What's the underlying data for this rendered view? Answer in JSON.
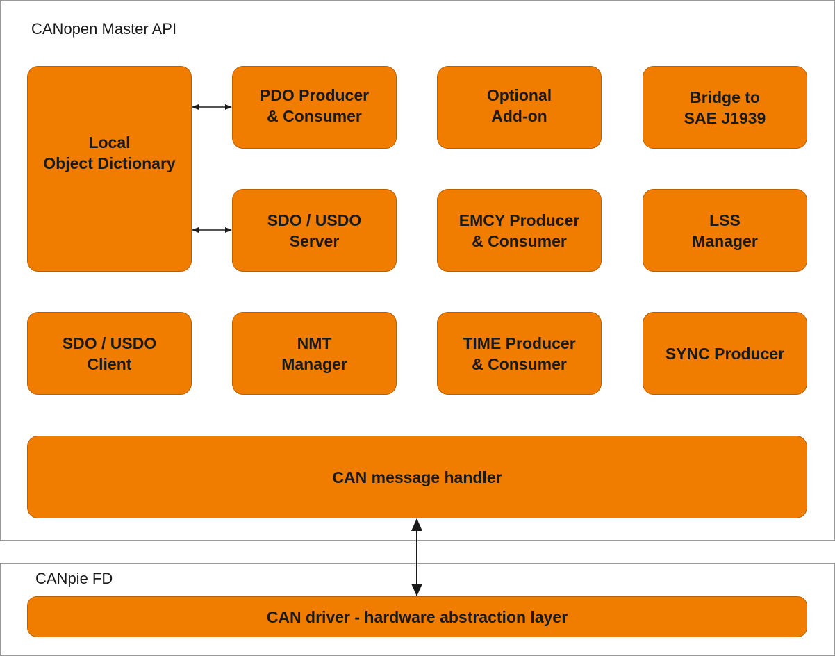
{
  "master": {
    "title": "CANopen Master API",
    "blocks": {
      "local_od": [
        "Local",
        "Object Dictionary"
      ],
      "pdo": [
        "PDO Producer",
        "& Consumer"
      ],
      "optional": [
        "Optional",
        "Add-on"
      ],
      "bridge": [
        "Bridge to",
        "SAE J1939"
      ],
      "sdo_server": [
        "SDO / USDO",
        "Server"
      ],
      "emcy": [
        "EMCY Producer",
        "& Consumer"
      ],
      "lss": [
        "LSS",
        "Manager"
      ],
      "sdo_client": [
        "SDO / USDO",
        "Client"
      ],
      "nmt": [
        "NMT",
        "Manager"
      ],
      "time": [
        "TIME Producer",
        "& Consumer"
      ],
      "sync": [
        "SYNC Producer"
      ],
      "can_handler": [
        "CAN message handler"
      ]
    }
  },
  "driver": {
    "title": "CANpie FD",
    "block": [
      "CAN driver - hardware abstraction layer"
    ]
  },
  "colors": {
    "block_fill": "#f07c00",
    "block_border": "#b86000",
    "frame_border": "#9a9a9a",
    "text": "#1a1a1a"
  }
}
